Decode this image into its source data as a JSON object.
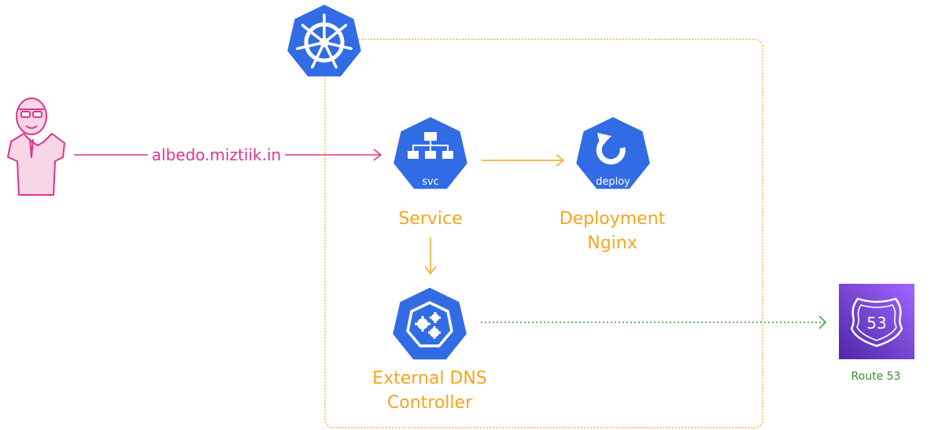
{
  "user": {
    "request_host": "albedo.miztiik.in"
  },
  "service": {
    "badge": "svc",
    "label": "Service"
  },
  "deployment": {
    "badge": "deploy",
    "label_line1": "Deployment",
    "label_line2": "Nginx"
  },
  "external_dns": {
    "label_line1": "External DNS",
    "label_line2": "Controller"
  },
  "route53": {
    "badge": "53",
    "label": "Route 53"
  },
  "colors": {
    "k8s_blue": "#326ce5",
    "cluster_border": "#f7a41d",
    "user_pink": "#e0338f",
    "dns_green": "#2f9e3a",
    "route53_purple": "#8c4fff"
  },
  "icons": {
    "cluster": "kubernetes-helm-icon",
    "service": "network-hierarchy-icon",
    "deployment": "rotate-arrow-icon",
    "external_dns": "gears-icon",
    "route53": "shield-badge-icon",
    "user": "person-icon"
  }
}
